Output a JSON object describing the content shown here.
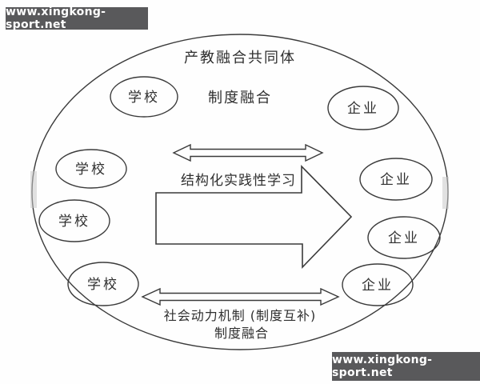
{
  "watermark": {
    "text": "www.xingkong-sport.net",
    "bg_color": "#59595b",
    "text_color": "#ffffff"
  },
  "diagram": {
    "title": "产教融合共同体",
    "top_institution_label": "制度融合",
    "center_arrow_label": "结构化实践性学习",
    "bottom_mechanism_label": "社会动力机制 (制度互补)",
    "bottom_institution_label": "制度融合",
    "schools": [
      {
        "label": "学校"
      },
      {
        "label": "学校"
      },
      {
        "label": "学校"
      },
      {
        "label": "学校"
      }
    ],
    "enterprises": [
      {
        "label": "企业"
      },
      {
        "label": "企业"
      },
      {
        "label": "企业"
      },
      {
        "label": "企业"
      }
    ],
    "line_color": "#3a3a3a",
    "background_color": "#fefefe"
  }
}
